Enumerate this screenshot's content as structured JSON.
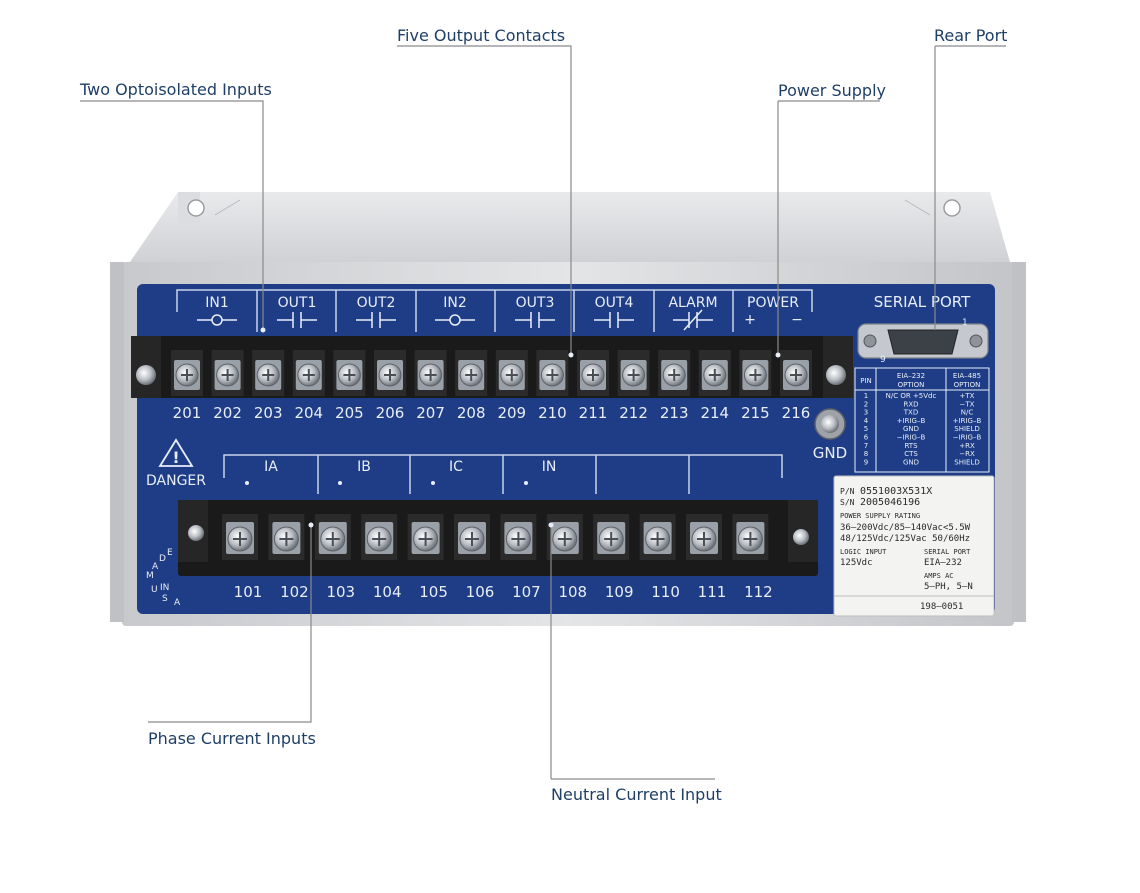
{
  "callouts": {
    "two_optoisolated_inputs": "Two Optoisolated Inputs",
    "five_output_contacts": "Five Output Contacts",
    "rear_port": "Rear Port",
    "power_supply": "Power Supply",
    "phase_current_inputs": "Phase Current Inputs",
    "neutral_current_input": "Neutral Current Input"
  },
  "top_groups": {
    "in1": "IN1",
    "out1": "OUT1",
    "out2": "OUT2",
    "in2": "IN2",
    "out3": "OUT3",
    "out4": "OUT4",
    "alarm": "ALARM",
    "power": "POWER",
    "power_plus": "+",
    "power_minus": "−"
  },
  "top_terminals": [
    "201",
    "202",
    "203",
    "204",
    "205",
    "206",
    "207",
    "208",
    "209",
    "210",
    "211",
    "212",
    "213",
    "214",
    "215",
    "216"
  ],
  "bottom_groups": {
    "ia": "IA",
    "ib": "IB",
    "ic": "IC",
    "in": "IN"
  },
  "bottom_terminals": [
    "101",
    "102",
    "103",
    "104",
    "105",
    "106",
    "107",
    "108",
    "109",
    "110",
    "111",
    "112"
  ],
  "serial_port": {
    "title": "SERIAL PORT",
    "pin_1": "1",
    "pin_9": "9"
  },
  "pin_table": {
    "col_pin": "PIN",
    "col_232": "EIA–232",
    "col_232_sub": "OPTION",
    "col_485": "EIA–485",
    "col_485_sub": "OPTION",
    "rows": [
      {
        "pin": "1",
        "eia232": "N/C OR +5Vdc",
        "eia485": "+TX"
      },
      {
        "pin": "2",
        "eia232": "RXD",
        "eia485": "−TX"
      },
      {
        "pin": "3",
        "eia232": "TXD",
        "eia485": "N/C"
      },
      {
        "pin": "4",
        "eia232": "+IRIG–B",
        "eia485": "+IRIG–B"
      },
      {
        "pin": "5",
        "eia232": "GND",
        "eia485": "SHIELD"
      },
      {
        "pin": "6",
        "eia232": "−IRIG–B",
        "eia485": "−IRIG–B"
      },
      {
        "pin": "7",
        "eia232": "RTS",
        "eia485": "+RX"
      },
      {
        "pin": "8",
        "eia232": "CTS",
        "eia485": "−RX"
      },
      {
        "pin": "9",
        "eia232": "GND",
        "eia485": "SHIELD"
      }
    ]
  },
  "gnd_label": "GND",
  "danger_label": "DANGER",
  "made_in_usa": [
    "M",
    "A",
    "D",
    "E",
    "IN",
    "U",
    "S",
    "A"
  ],
  "rating_label": {
    "pn_key": "P/N",
    "pn_value": "0551003X531X",
    "sn_key": "S/N",
    "sn_value": "2005046196",
    "power_supply_rating": "POWER SUPPLY RATING",
    "rating_line1": "36–200Vdc/85–140Vac<5.5W",
    "rating_line2": "48/125Vdc/125Vac 50/60Hz",
    "logic_input_key": "LOGIC INPUT",
    "logic_input_value": "125Vdc",
    "serial_port_key": "SERIAL PORT",
    "serial_port_value": "EIA–232",
    "amps_ac_key": "AMPS AC",
    "amps_ac_value": "5–PH, 5–N",
    "part_code": "198–0051"
  },
  "colors": {
    "panel_blue": "#1e3d86",
    "callout_text": "#1f3f66",
    "leader_line": "#8a8a8a",
    "terminal_black": "#1a1a1a",
    "chassis_silver": "#d9dadc"
  }
}
